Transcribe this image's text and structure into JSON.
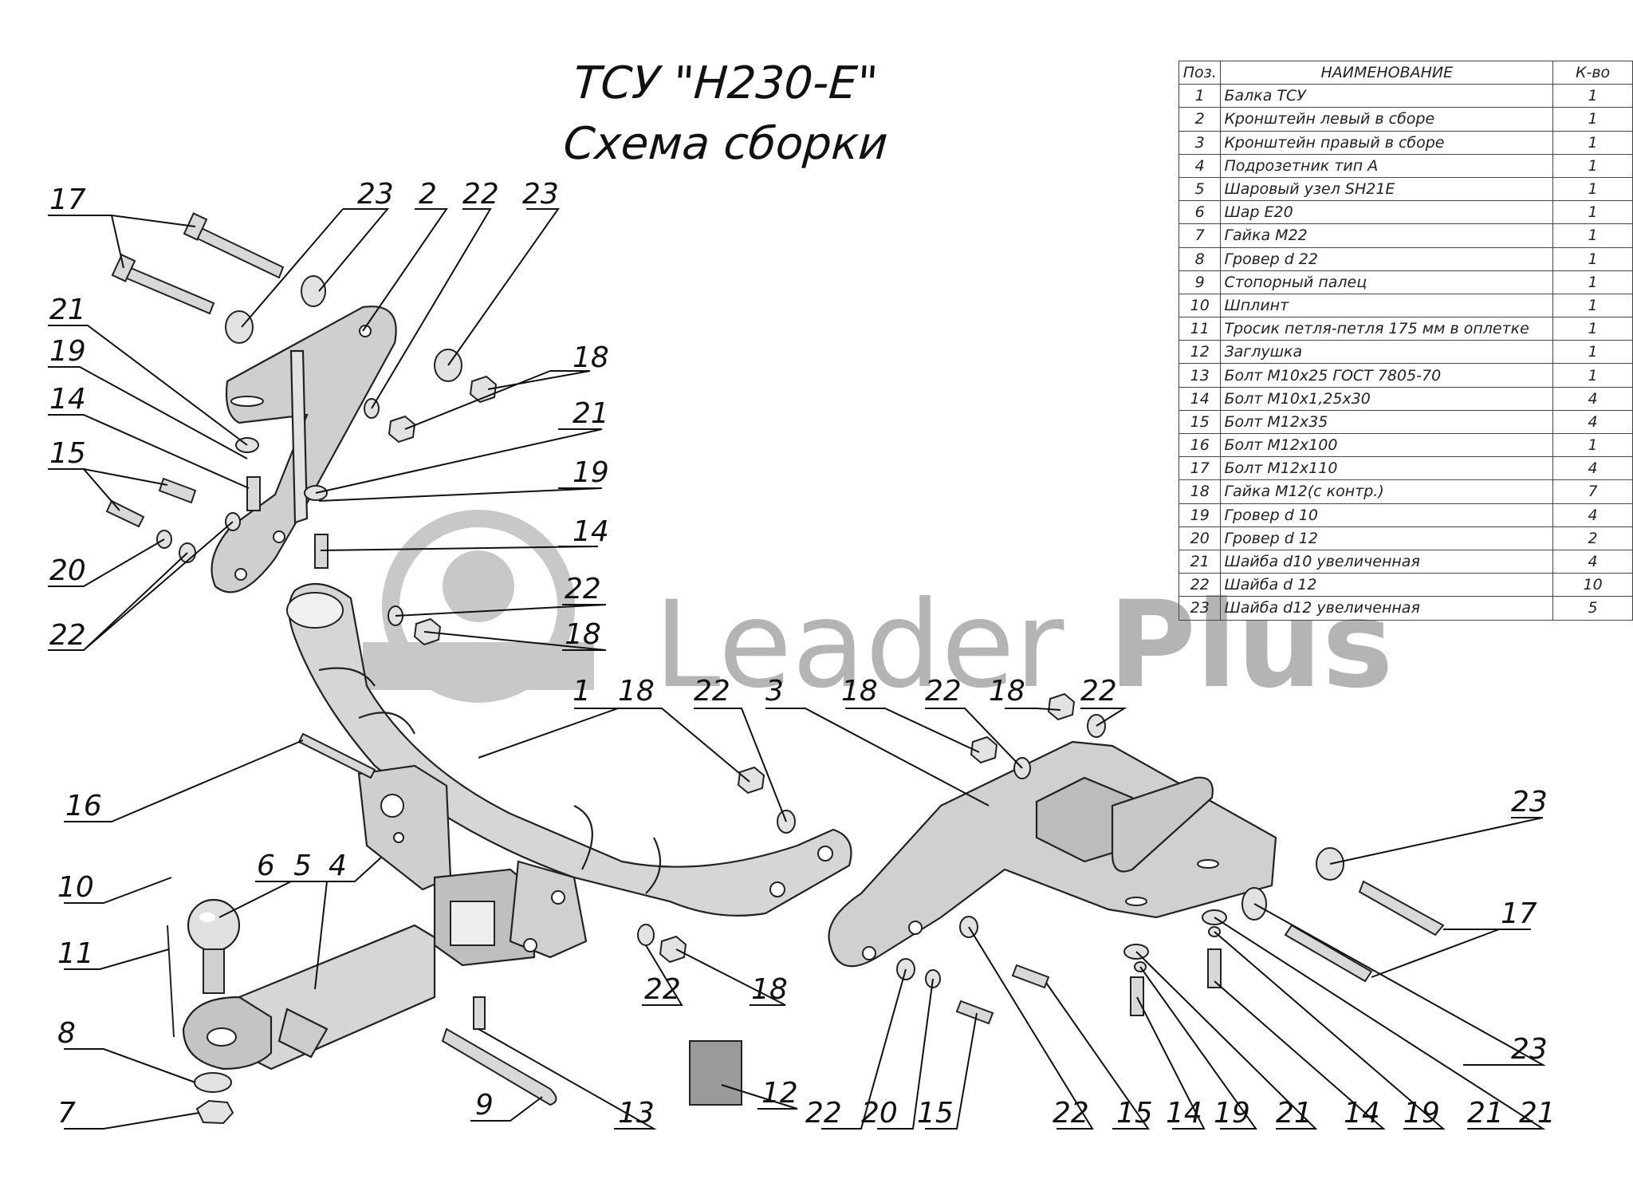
{
  "title": {
    "line1": "ТСУ \"Н230-Е\"",
    "line2": "Схема сборки"
  },
  "watermark": {
    "text1": "Leader",
    "text2": "Plus"
  },
  "bom": {
    "headers": [
      "Поз.",
      "НАИМЕНОВАНИЕ",
      "К-во"
    ],
    "rows": [
      {
        "pos": "1",
        "name": "Балка ТСУ",
        "qty": "1"
      },
      {
        "pos": "2",
        "name": "Кронштейн левый в сборе",
        "qty": "1"
      },
      {
        "pos": "3",
        "name": "Кронштейн правый в сборе",
        "qty": "1"
      },
      {
        "pos": "4",
        "name": "Подрозетник тип А",
        "qty": "1"
      },
      {
        "pos": "5",
        "name": "Шаровый узел SH21E",
        "qty": "1"
      },
      {
        "pos": "6",
        "name": "Шар Е20",
        "qty": "1"
      },
      {
        "pos": "7",
        "name": "Гайка М22",
        "qty": "1"
      },
      {
        "pos": "8",
        "name": "Гровер d 22",
        "qty": "1"
      },
      {
        "pos": "9",
        "name": "Стопорный палец",
        "qty": "1"
      },
      {
        "pos": "10",
        "name": "Шплинт",
        "qty": "1"
      },
      {
        "pos": "11",
        "name": "Тросик петля-петля 175 мм в оплетке",
        "qty": "1"
      },
      {
        "pos": "12",
        "name": "Заглушка",
        "qty": "1"
      },
      {
        "pos": "13",
        "name": "Болт М10х25 ГОСТ 7805-70",
        "qty": "1"
      },
      {
        "pos": "14",
        "name": "Болт М10х1,25х30",
        "qty": "4"
      },
      {
        "pos": "15",
        "name": "Болт М12х35",
        "qty": "4"
      },
      {
        "pos": "16",
        "name": "Болт М12х100",
        "qty": "1"
      },
      {
        "pos": "17",
        "name": "Болт М12х110",
        "qty": "4"
      },
      {
        "pos": "18",
        "name": "Гайка М12(с контр.)",
        "qty": "7"
      },
      {
        "pos": "19",
        "name": "Гровер d 10",
        "qty": "4"
      },
      {
        "pos": "20",
        "name": "Гровер d 12",
        "qty": "2"
      },
      {
        "pos": "21",
        "name": "Шайба d10 увеличенная",
        "qty": "4"
      },
      {
        "pos": "22",
        "name": "Шайба d 12",
        "qty": "10"
      },
      {
        "pos": "23",
        "name": "Шайба d12 увеличенная",
        "qty": "5"
      }
    ]
  },
  "callouts": [
    "17",
    "23",
    "2",
    "22",
    "23",
    "21",
    "19",
    "18",
    "14",
    "21",
    "15",
    "19",
    "14",
    "20",
    "22",
    "22",
    "18",
    "1",
    "18",
    "22",
    "3",
    "18",
    "22",
    "18",
    "22",
    "16",
    "6",
    "5",
    "4",
    "10",
    "11",
    "23",
    "17",
    "8",
    "22",
    "18",
    "7",
    "9",
    "13",
    "12",
    "22",
    "20",
    "15",
    "22",
    "15",
    "14",
    "19",
    "21",
    "14",
    "19",
    "21",
    "23",
    "21"
  ]
}
